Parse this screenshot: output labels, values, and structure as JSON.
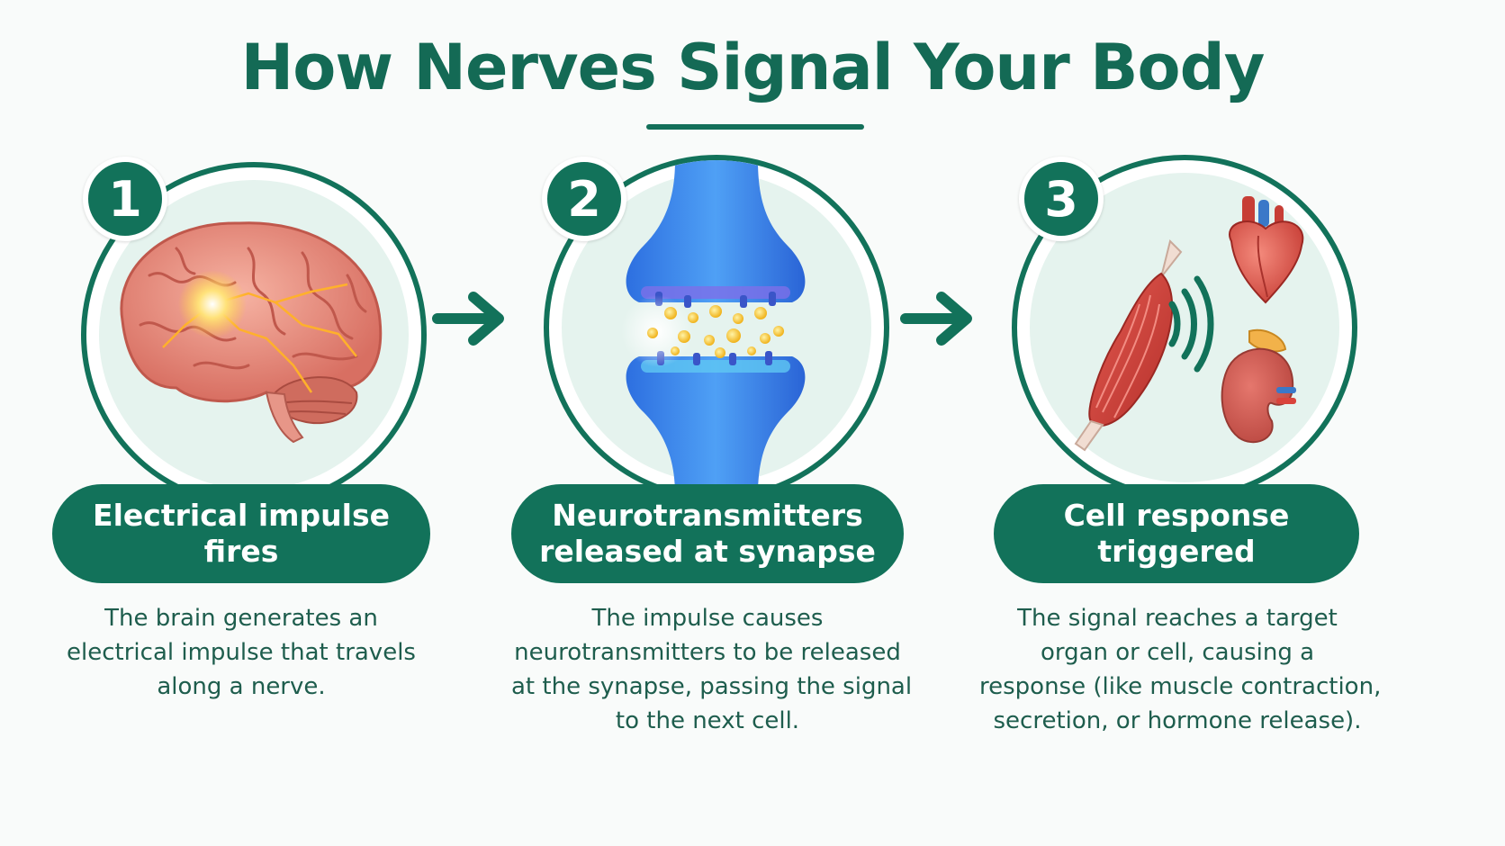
{
  "title": "How Nerves Signal Your Body",
  "colors": {
    "primary": "#12725a",
    "circle_fill": "#e5f3ee",
    "text": "#1e5d4d"
  },
  "steps": [
    {
      "number": "1",
      "icon": "brain-icon",
      "heading": [
        "Electrical impulse",
        "fires"
      ],
      "description": [
        "The brain generates an",
        "electrical impulse that travels",
        "along a nerve."
      ]
    },
    {
      "number": "2",
      "icon": "synapse-icon",
      "heading": [
        "Neurotransmitters",
        "released at synapse"
      ],
      "description": [
        "The impulse causes",
        "neurotransmitters to be released",
        "at the synapse, passing the signal",
        "to the next cell."
      ]
    },
    {
      "number": "3",
      "icon": "organs-icon",
      "heading": [
        "Cell response",
        "triggered"
      ],
      "description": [
        "The signal reaches a target",
        "organ or cell, causing a",
        "response (like muscle contraction,",
        "secretion, or hormone release)."
      ]
    }
  ]
}
